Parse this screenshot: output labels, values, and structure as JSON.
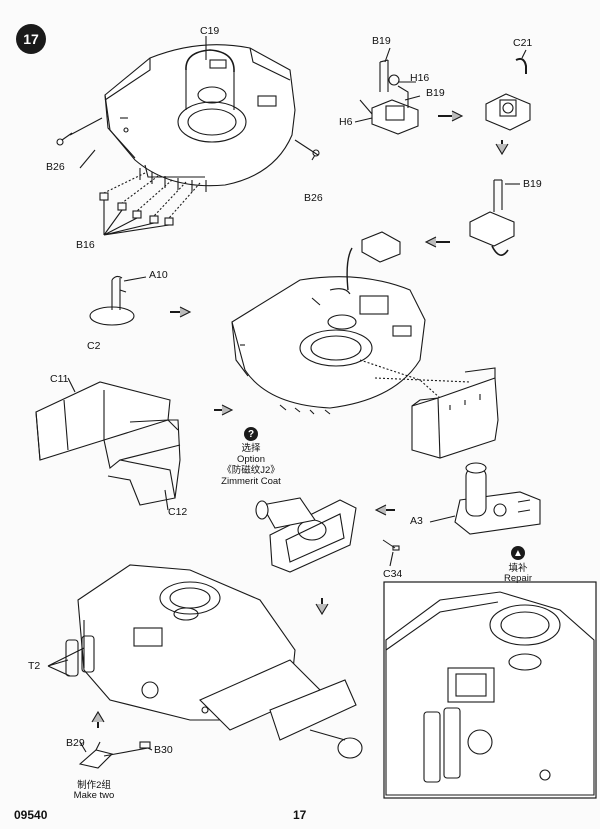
{
  "step": {
    "number": "17"
  },
  "labels": {
    "c19": "C19",
    "b26_left": "B26",
    "b26_right": "B26",
    "b16": "B16",
    "b19_top": "B19",
    "h16": "H16",
    "b19_mid": "B19",
    "h6": "H6",
    "c21": "C21",
    "b19_right": "B19",
    "a10": "A10",
    "c2": "C2",
    "c11": "C11",
    "c12": "C12",
    "a3": "A3",
    "c34": "C34",
    "t2": "T2",
    "b29": "B29",
    "b30": "B30"
  },
  "option": {
    "icon": "question-icon",
    "line1": "选择",
    "line2": "Option",
    "line3": "《防磁纹J2》",
    "line4": "Zimmerit Coat"
  },
  "repair": {
    "icon": "repair-icon",
    "cn": "填补",
    "en": "Repair"
  },
  "make_two": {
    "cn": "制作2组",
    "en": "Make two"
  },
  "footer": {
    "code": "09540",
    "page": "17"
  }
}
